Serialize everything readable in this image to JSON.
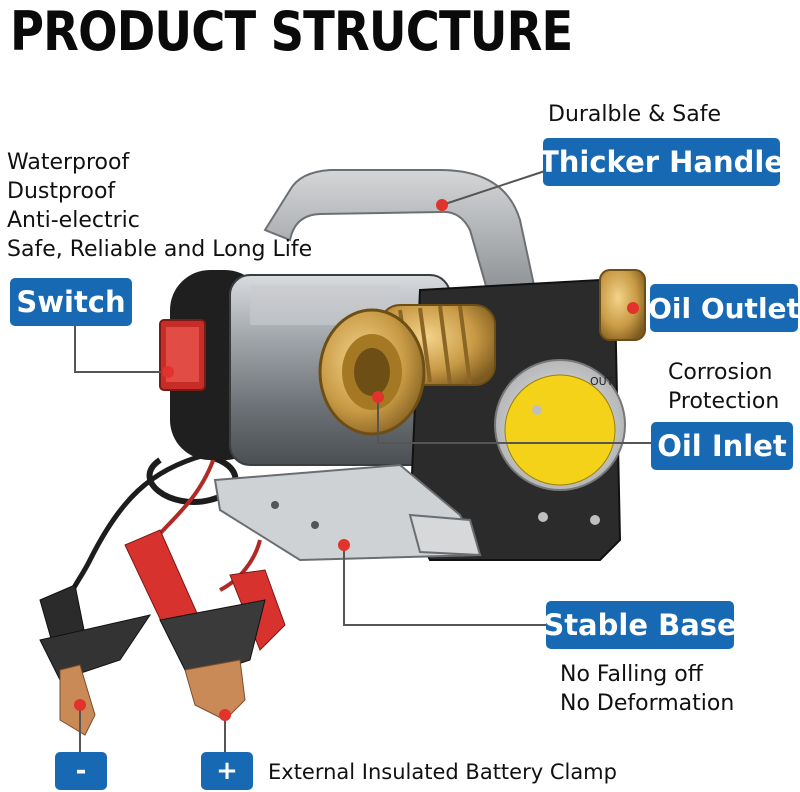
{
  "title": "PRODUCT STRUCTURE",
  "labels": {
    "handle": "Thicker Handle",
    "switch": "Switch",
    "oil_outlet": "Oil Outlet",
    "oil_inlet": "Oil Inlet",
    "stable_base": "Stable Base",
    "minus": "-",
    "plus": "+"
  },
  "notes": {
    "handle_note": "Duralble & Safe",
    "switch_notes": [
      "Waterproof",
      "Dustproof",
      "Anti-electric",
      "Safe, Reliable and Long Life"
    ],
    "corrosion": [
      "Corrosion",
      "Protection"
    ],
    "base_notes": [
      "No Falling off",
      "No Deformation"
    ],
    "clamp_note": "External Insulated Battery Clamp"
  },
  "plate_text": "OUT",
  "colors": {
    "tag_blue": "#1769b4",
    "marker_red": "#e1322b",
    "clamp_red": "#d8322f",
    "clamp_black": "#2b2b2b",
    "brass": "#c89a45",
    "pump_black": "#262626",
    "yellow_label": "#f5d21a"
  }
}
